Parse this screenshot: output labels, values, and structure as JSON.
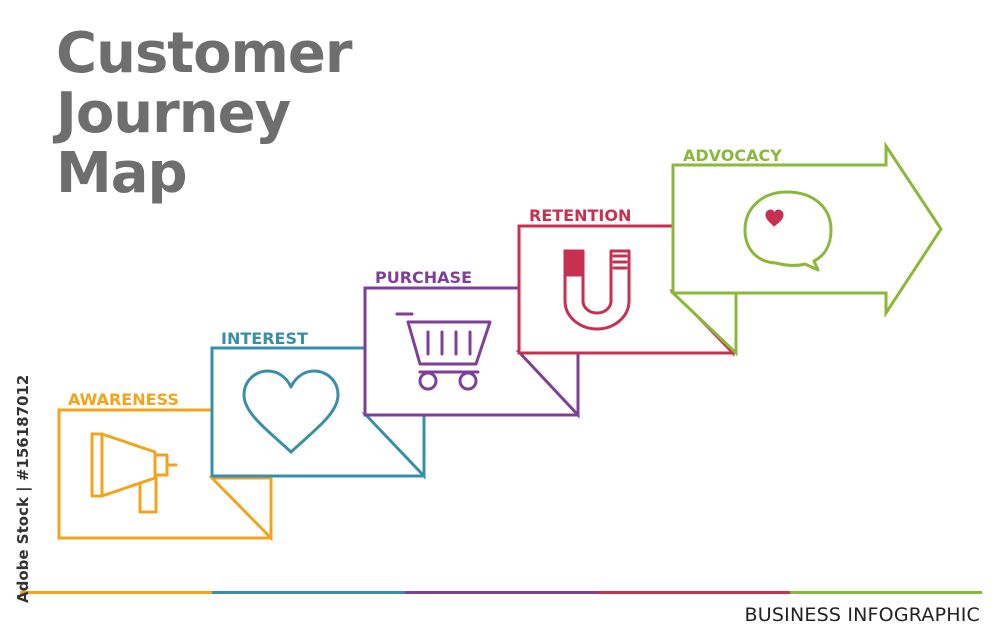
{
  "title_lines": [
    "Customer",
    "Journey",
    "Map"
  ],
  "steps": [
    {
      "label": "AWARENESS",
      "color": "#f2a41c",
      "icon": "megaphone-icon"
    },
    {
      "label": "INTEREST",
      "color": "#3a8fa8",
      "icon": "heart-icon"
    },
    {
      "label": "PURCHASE",
      "color": "#7d3f98",
      "icon": "shopping-cart-icon"
    },
    {
      "label": "RETENTION",
      "color": "#c8304f",
      "icon": "magnet-icon"
    },
    {
      "label": "ADVOCACY",
      "color": "#8ab83a",
      "icon": "speech-bubble-heart-icon"
    }
  ],
  "footer_text": "BUSINESS INFOGRAPHIC",
  "watermark": "Adobe Stock | #156187012"
}
